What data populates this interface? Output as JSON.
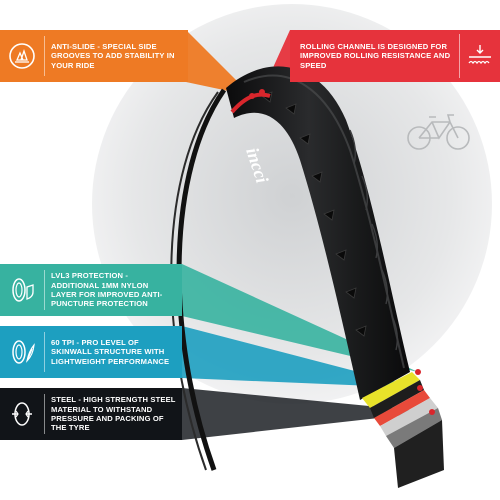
{
  "brand": {
    "logo_text": "incci",
    "accent_color": "#d9262c"
  },
  "callouts": {
    "anti_slide": {
      "text": "ANTI-SLIDE - SPECIAL SIDE GROOVES TO ADD STABILITY IN YOUR RIDE",
      "color": "#ee7a24",
      "icon": "trees-wheel-icon"
    },
    "rolling": {
      "text": "ROLLING CHANNEL IS DESIGNED FOR IMPROVED ROLLING RESISTANCE AND SPEED",
      "color": "#e6333c",
      "icon": "rolling-surface-icon"
    },
    "lvl3": {
      "text": "LVL3 PROTECTION - ADDITIONAL 1MM NYLON LAYER FOR IMPROVED ANTI-PUNCTURE PROTECTION",
      "color": "#37b2a0",
      "icon": "tyre-shield-icon"
    },
    "tpi": {
      "text": "60 TPI - PRO LEVEL OF SKINWALL STRUCTURE WITH LIGHTWEIGHT PERFORMANCE",
      "color": "#1d9fc0",
      "icon": "tyre-feather-icon"
    },
    "steel": {
      "text": "STEEL - HIGH STRENGTH STEEL MATERIAL TO WITHSTAND PRESSURE AND PACKING OF THE TYRE",
      "color": "#111418",
      "icon": "tyre-bead-icon"
    }
  },
  "decor": {
    "bike": "bicycle-icon"
  }
}
